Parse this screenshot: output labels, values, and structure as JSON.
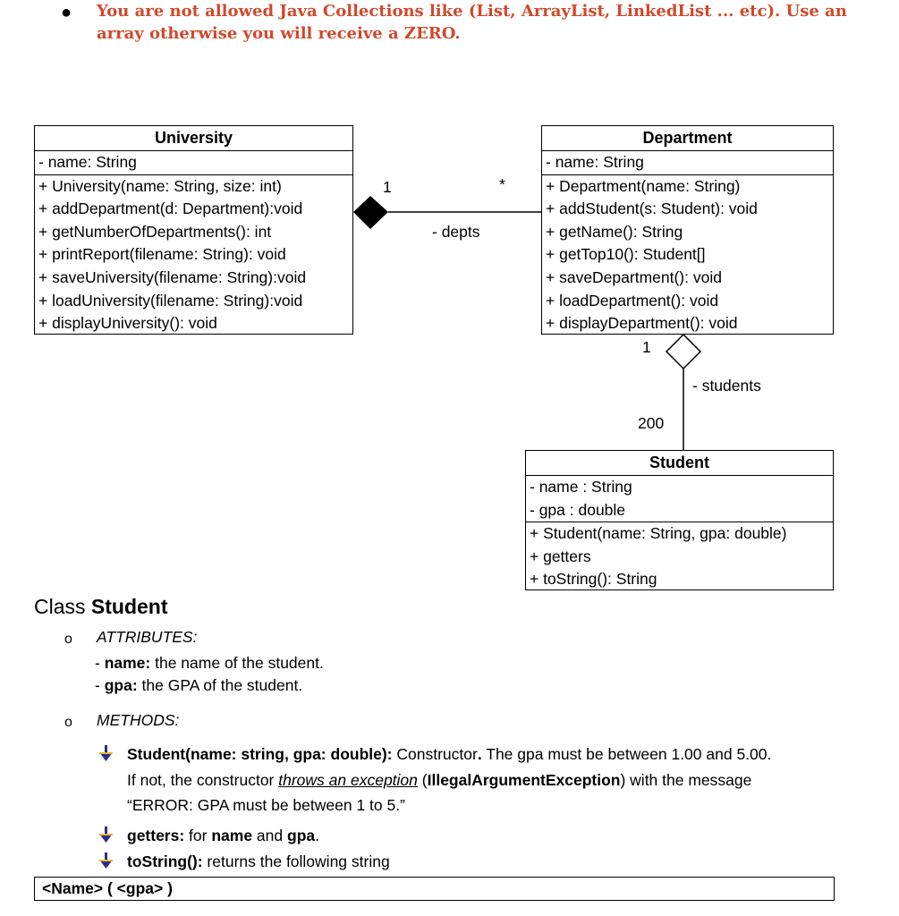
{
  "warning": {
    "text": "You are not allowed Java Collections like (List, ArrayList, LinkedList ... etc). Use an array otherwise you will receive a ZERO."
  },
  "university": {
    "title": "University",
    "attributes": [
      "- name: String"
    ],
    "methods": [
      "+ University(name: String, size: int)",
      "+ addDepartment(d: Department):void",
      "+ getNumberOfDepartments(): int",
      "+ printReport(filename: String): void",
      "+ saveUniversity(filename: String):void",
      "+ loadUniversity(filename: String):void",
      "+ displayUniversity(): void"
    ]
  },
  "department": {
    "title": "Department",
    "attributes": [
      "- name: String"
    ],
    "methods": [
      "+ Department(name: String)",
      "+ addStudent(s: Student): void",
      "+ getName(): String",
      "+ getTop10(): Student[]",
      "+ saveDepartment(): void",
      "+ loadDepartment(): void",
      "+ displayDepartment(): void"
    ]
  },
  "student": {
    "title": "Student",
    "attributes": [
      "- name : String",
      "- gpa : double"
    ],
    "methods": [
      "+ Student(name: String, gpa: double)",
      "+ getters",
      "+ toString(): String"
    ]
  },
  "relations": {
    "uni_dept": {
      "mult_uni": "1",
      "mult_dept": "*",
      "role": "- depts"
    },
    "dept_student": {
      "mult_dept": "1",
      "mult_student": "200",
      "role": "- students"
    }
  },
  "spec": {
    "heading_prefix": "Class ",
    "heading_name": "Student",
    "attributes_title": "ATTRIBUTES:",
    "attributes": [
      {
        "name": "name:",
        "desc": " the name of the student."
      },
      {
        "name": "gpa:",
        "desc": " the GPA of the student."
      }
    ],
    "methods_title": "METHODS:",
    "methods": {
      "constructor_sig": "Student(name: string, gpa: double):",
      "constructor_desc1": " Constructor",
      "constructor_desc2": " The gpa must be between 1.00 and 5.00.",
      "constructor_line2_a": "If not, the constructor ",
      "constructor_line2_throws": "throws an exception",
      "constructor_line2_b": " (",
      "constructor_line2_exc": "IllegalArgumentException",
      "constructor_line2_c": ") with the message",
      "constructor_line3": "“ERROR: GPA must be between 1 to 5.”",
      "getters_label": "getters:",
      "getters_a": " for ",
      "getters_name": "name",
      "getters_and": " and ",
      "getters_gpa": "gpa",
      "getters_end": ".",
      "tostring_label": "toString():",
      "tostring_desc": " returns the following string"
    },
    "result_format": "<Name> ( <gpa> )"
  },
  "colors": {
    "warning": "#d0492b",
    "arrow_icon": "#2b2f86",
    "arrow_icon_accent": "#e8b53a"
  }
}
